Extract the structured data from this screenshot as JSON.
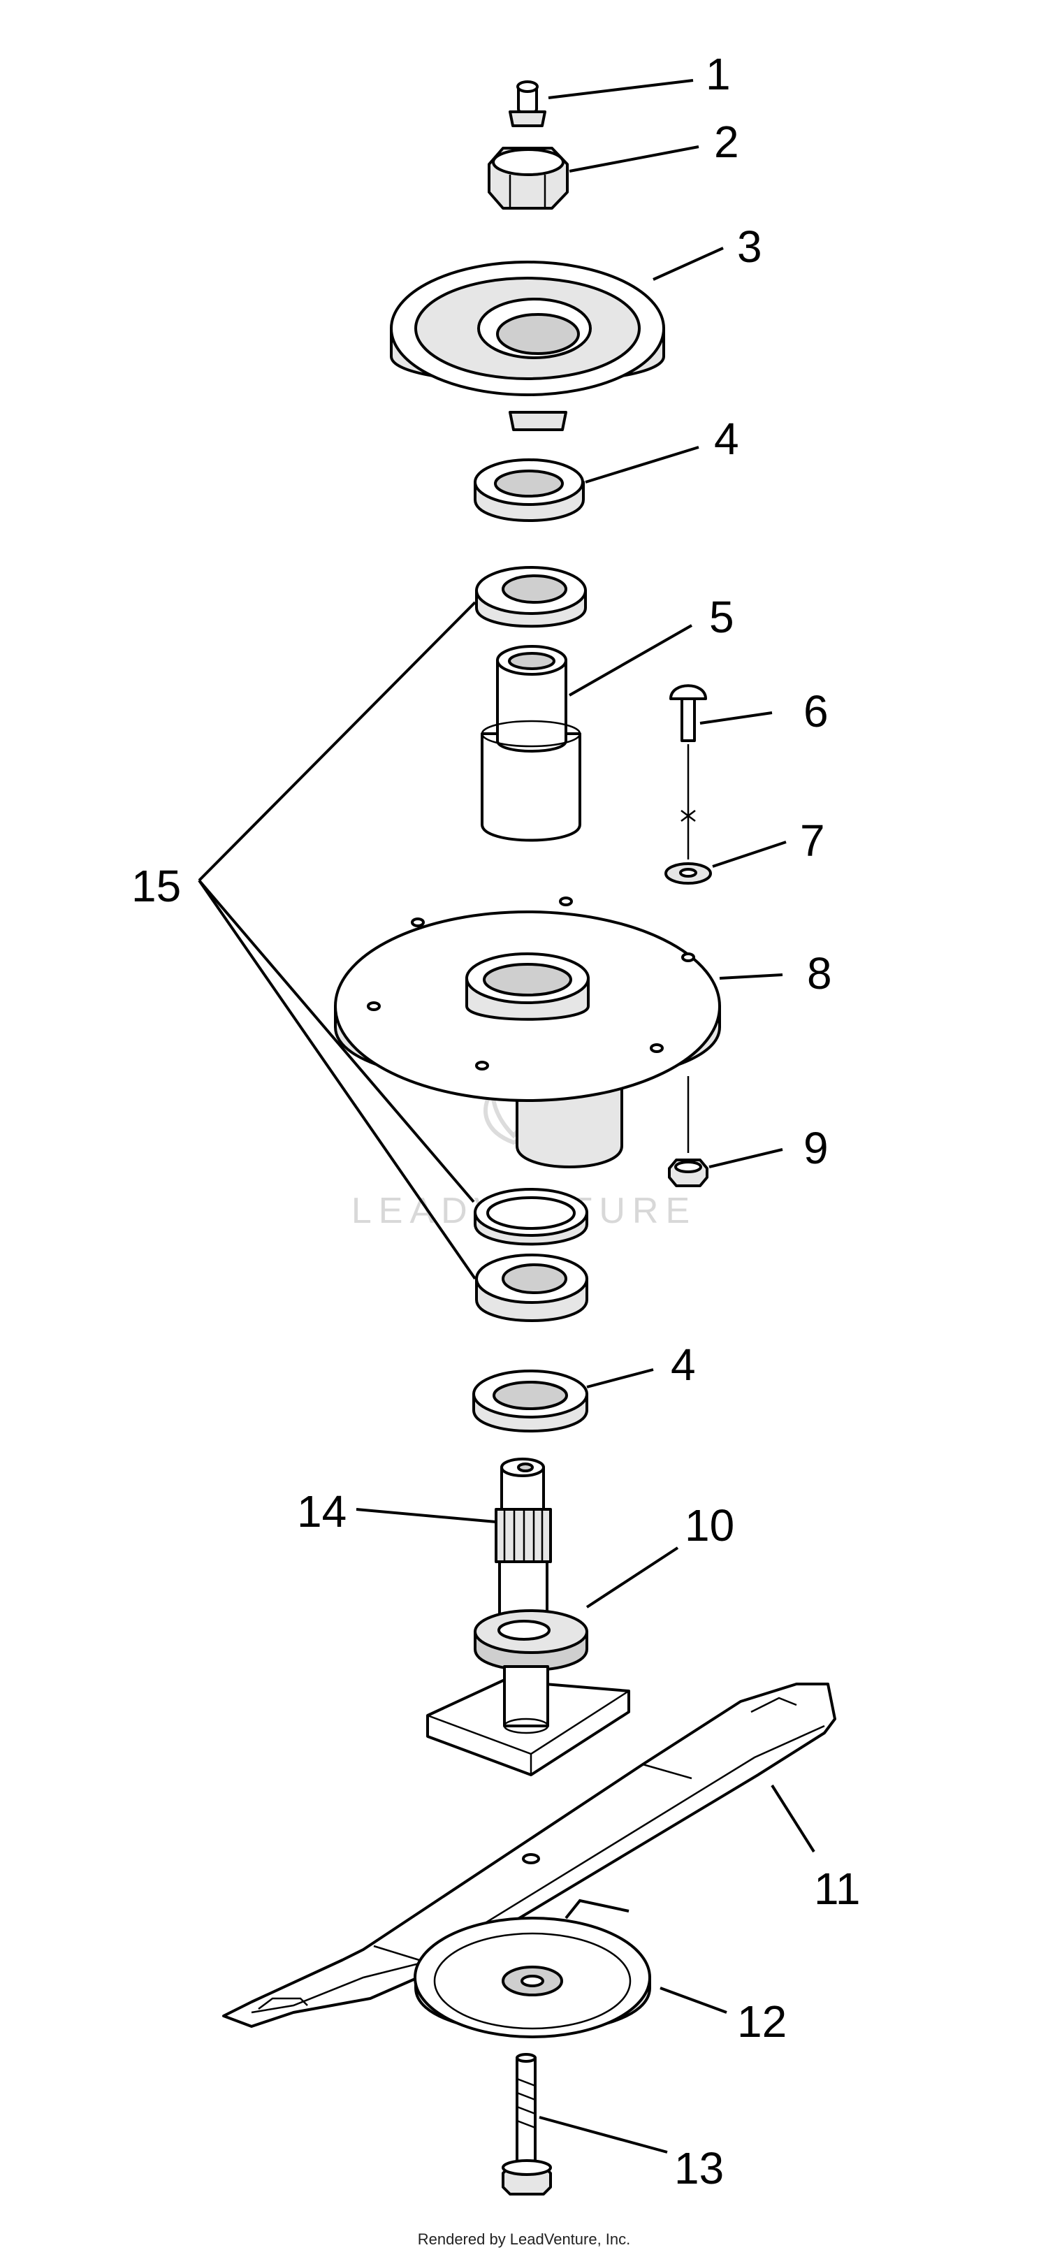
{
  "callouts": {
    "c1": "1",
    "c2": "2",
    "c3": "3",
    "c4a": "4",
    "c5": "5",
    "c6": "6",
    "c7": "7",
    "c8": "8",
    "c9": "9",
    "c4b": "4",
    "c14": "14",
    "c10": "10",
    "c11": "11",
    "c12": "12",
    "c13": "13",
    "c15": "15"
  },
  "watermark": "LEADVENTURE",
  "footer": "Rendered by LeadVenture, Inc."
}
